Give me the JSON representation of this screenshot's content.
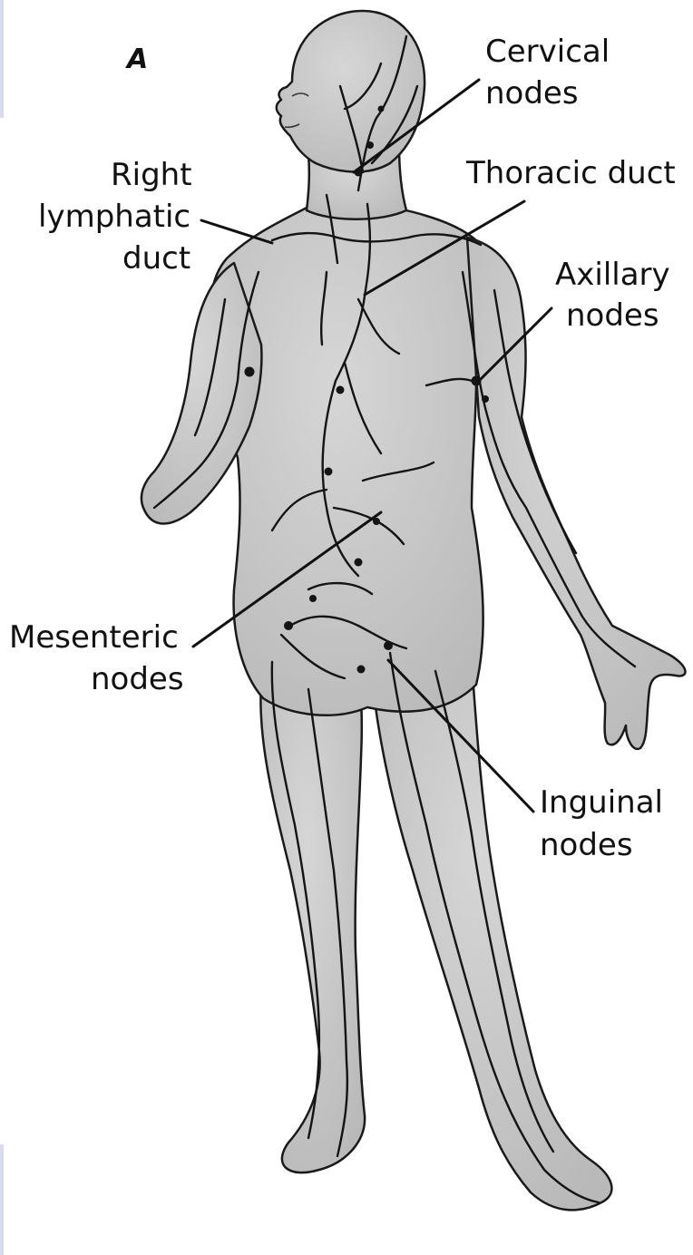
{
  "panel_letter": "A",
  "labels": {
    "cervical_nodes": {
      "line1": "Cervical",
      "line2": "nodes"
    },
    "right_lymphatic_duct": {
      "line1": "Right",
      "line2": "lymphatic",
      "line3": "duct"
    },
    "thoracic_duct": {
      "line1": "Thoracic duct"
    },
    "axillary_nodes": {
      "line1": "Axillary",
      "line2": "nodes"
    },
    "mesenteric_nodes": {
      "line1": "Mesenteric",
      "line2": "nodes"
    },
    "inguinal_nodes": {
      "line1": "Inguinal",
      "line2": "nodes"
    }
  },
  "colors": {
    "body_fill": "#c9c9c9",
    "body_outline": "#1a1a1a",
    "vessel": "#141414",
    "label_text": "#111111",
    "background": "#ffffff"
  }
}
